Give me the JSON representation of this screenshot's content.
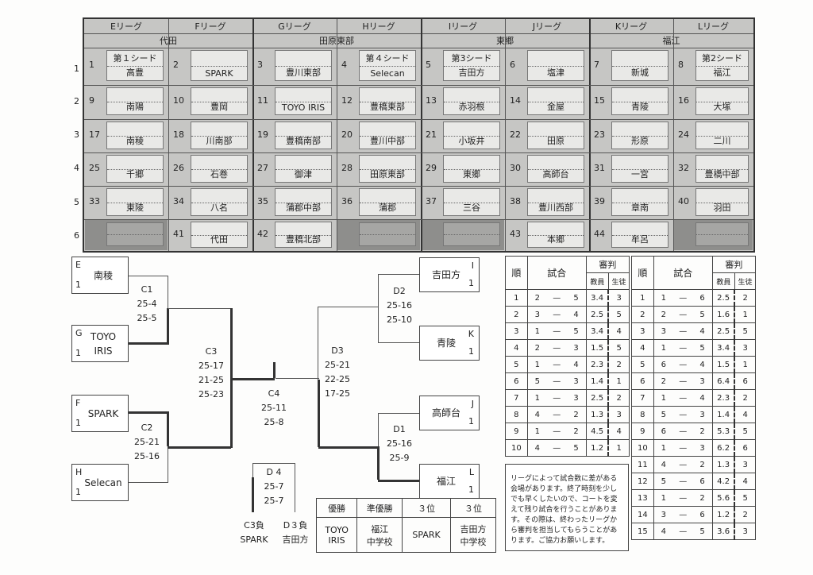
{
  "leagues": [
    "Eリーグ",
    "Fリーグ",
    "Gリーグ",
    "Hリーグ",
    "Iリーグ",
    "Jリーグ",
    "Kリーグ",
    "Lリーグ"
  ],
  "venues": [
    "代田",
    "田原東部",
    "東郷",
    "福江"
  ],
  "row_numbers": [
    "1",
    "2",
    "3",
    "4",
    "5",
    "6"
  ],
  "slots": [
    [
      {
        "n": "1",
        "seed": "第１シード",
        "name": "高豊"
      },
      {
        "n": "9",
        "name": "南陽"
      },
      {
        "n": "17",
        "name": "南稜"
      },
      {
        "n": "25",
        "name": "千郷"
      },
      {
        "n": "33",
        "name": "東陵"
      },
      {
        "n": "",
        "name": ""
      }
    ],
    [
      {
        "n": "2",
        "name": "SPARK"
      },
      {
        "n": "10",
        "name": "豊岡"
      },
      {
        "n": "18",
        "name": "川南部"
      },
      {
        "n": "26",
        "name": "石巻"
      },
      {
        "n": "34",
        "name": "八名"
      },
      {
        "n": "41",
        "name": "代田"
      }
    ],
    [
      {
        "n": "3",
        "name": "豊川東部"
      },
      {
        "n": "11",
        "name": "TOYO IRIS"
      },
      {
        "n": "19",
        "name": "豊橋南部"
      },
      {
        "n": "27",
        "name": "御津"
      },
      {
        "n": "35",
        "name": "蒲郡中部"
      },
      {
        "n": "42",
        "name": "豊橋北部"
      }
    ],
    [
      {
        "n": "4",
        "seed": "第４シード",
        "name": "Selecan"
      },
      {
        "n": "12",
        "name": "豊橋東部"
      },
      {
        "n": "20",
        "name": "豊川中部"
      },
      {
        "n": "28",
        "name": "田原東部"
      },
      {
        "n": "36",
        "name": "蒲郡"
      },
      {
        "n": "",
        "name": ""
      }
    ],
    [
      {
        "n": "5",
        "seed": "第3シード",
        "name": "吉田方"
      },
      {
        "n": "13",
        "name": "赤羽根"
      },
      {
        "n": "21",
        "name": "小坂井"
      },
      {
        "n": "29",
        "name": "東郷"
      },
      {
        "n": "37",
        "name": "三谷"
      },
      {
        "n": "",
        "name": ""
      }
    ],
    [
      {
        "n": "6",
        "name": "塩津"
      },
      {
        "n": "14",
        "name": "金屋"
      },
      {
        "n": "22",
        "name": "田原"
      },
      {
        "n": "30",
        "name": "高師台"
      },
      {
        "n": "38",
        "name": "豊川西部"
      },
      {
        "n": "43",
        "name": "本郷"
      }
    ],
    [
      {
        "n": "7",
        "name": "新城"
      },
      {
        "n": "15",
        "name": "青陵"
      },
      {
        "n": "23",
        "name": "形原"
      },
      {
        "n": "31",
        "name": "一宮"
      },
      {
        "n": "39",
        "name": "章南"
      },
      {
        "n": "44",
        "name": "牟呂"
      }
    ],
    [
      {
        "n": "8",
        "seed": "第2シード",
        "name": "福江"
      },
      {
        "n": "16",
        "name": "大塚"
      },
      {
        "n": "24",
        "name": "二川"
      },
      {
        "n": "32",
        "name": "豊橋中部"
      },
      {
        "n": "40",
        "name": "羽田"
      },
      {
        "n": "",
        "name": ""
      }
    ]
  ],
  "bracket": {
    "teams": [
      {
        "league": "E",
        "rank": "1",
        "name": "南稜"
      },
      {
        "league": "G",
        "rank": "1",
        "name": "TOYO",
        "name2": "IRIS"
      },
      {
        "league": "F",
        "rank": "1",
        "name": "SPARK"
      },
      {
        "league": "H",
        "rank": "1",
        "name": "Selecan"
      },
      {
        "league": "I",
        "rank": "1",
        "name": "吉田方"
      },
      {
        "league": "K",
        "rank": "1",
        "name": "青陵"
      },
      {
        "league": "J",
        "rank": "1",
        "name": "高師台"
      },
      {
        "league": "L",
        "rank": "1",
        "name": "福江"
      }
    ],
    "matches": {
      "C1": [
        "C1",
        "25-4",
        "25-5"
      ],
      "C2": [
        "C2",
        "25-21",
        "25-16"
      ],
      "C3": [
        "C3",
        "25-17",
        "21-25",
        "25-23"
      ],
      "C4": [
        "C4",
        "25-11",
        "25-8"
      ],
      "D1": [
        "D1",
        "25-16",
        "25-9"
      ],
      "D2": [
        "D2",
        "25-16",
        "25-10"
      ],
      "D3": [
        "D3",
        "25-21",
        "22-25",
        "17-25"
      ],
      "D4": [
        "D 4",
        "25-7",
        "25-7"
      ]
    },
    "third_left": [
      "C3負",
      "SPARK"
    ],
    "third_right": [
      "D３負",
      "吉田方"
    ]
  },
  "winners": {
    "headers": [
      "優勝",
      "準優勝",
      "３位",
      "３位"
    ],
    "values": [
      [
        "TOYO",
        "IRIS"
      ],
      [
        "福江",
        "中学校"
      ],
      [
        "SPARK",
        ""
      ],
      [
        "吉田方",
        "中学校"
      ]
    ]
  },
  "results": {
    "h_order": "順",
    "h_match": "試合",
    "h_ref": "審判",
    "h_teacher": "教員",
    "h_student": "生徒",
    "left": [
      [
        "1",
        "2",
        "—",
        "5",
        "3.4",
        "3"
      ],
      [
        "2",
        "3",
        "—",
        "4",
        "2.5",
        "5"
      ],
      [
        "3",
        "1",
        "—",
        "5",
        "3.4",
        "4"
      ],
      [
        "4",
        "2",
        "—",
        "3",
        "1.5",
        "5"
      ],
      [
        "5",
        "1",
        "—",
        "4",
        "2.3",
        "2"
      ],
      [
        "6",
        "5",
        "—",
        "3",
        "1.4",
        "1"
      ],
      [
        "7",
        "1",
        "—",
        "3",
        "2.5",
        "2"
      ],
      [
        "8",
        "4",
        "—",
        "2",
        "1.3",
        "3"
      ],
      [
        "9",
        "1",
        "—",
        "2",
        "4.5",
        "4"
      ],
      [
        "10",
        "4",
        "—",
        "5",
        "1.2",
        "1"
      ]
    ],
    "right": [
      [
        "1",
        "1",
        "—",
        "6",
        "2.5",
        "2"
      ],
      [
        "2",
        "2",
        "—",
        "5",
        "1.6",
        "1"
      ],
      [
        "3",
        "3",
        "—",
        "4",
        "2.5",
        "5"
      ],
      [
        "4",
        "1",
        "—",
        "5",
        "3.4",
        "3"
      ],
      [
        "5",
        "6",
        "—",
        "4",
        "1.5",
        "1"
      ],
      [
        "6",
        "2",
        "—",
        "3",
        "6.4",
        "6"
      ],
      [
        "7",
        "1",
        "—",
        "4",
        "2.3",
        "2"
      ],
      [
        "8",
        "5",
        "—",
        "3",
        "1.4",
        "4"
      ],
      [
        "9",
        "6",
        "—",
        "2",
        "5.3",
        "5"
      ],
      [
        "10",
        "1",
        "—",
        "3",
        "6.2",
        "6"
      ],
      [
        "11",
        "4",
        "—",
        "2",
        "1.3",
        "3"
      ],
      [
        "12",
        "5",
        "—",
        "6",
        "4.2",
        "4"
      ],
      [
        "13",
        "1",
        "—",
        "2",
        "5.6",
        "5"
      ],
      [
        "14",
        "3",
        "—",
        "6",
        "1.2",
        "2"
      ],
      [
        "15",
        "4",
        "—",
        "5",
        "3.6",
        "3"
      ]
    ],
    "note": "リーグによって試合数に差がある会場があります。終了時刻を少しでも早くしたいので、コートを変えて残り試合を行うことがあります。その際は、終わったリーグから審判を担当してもらうことがあります。ご協力お願いします。"
  }
}
